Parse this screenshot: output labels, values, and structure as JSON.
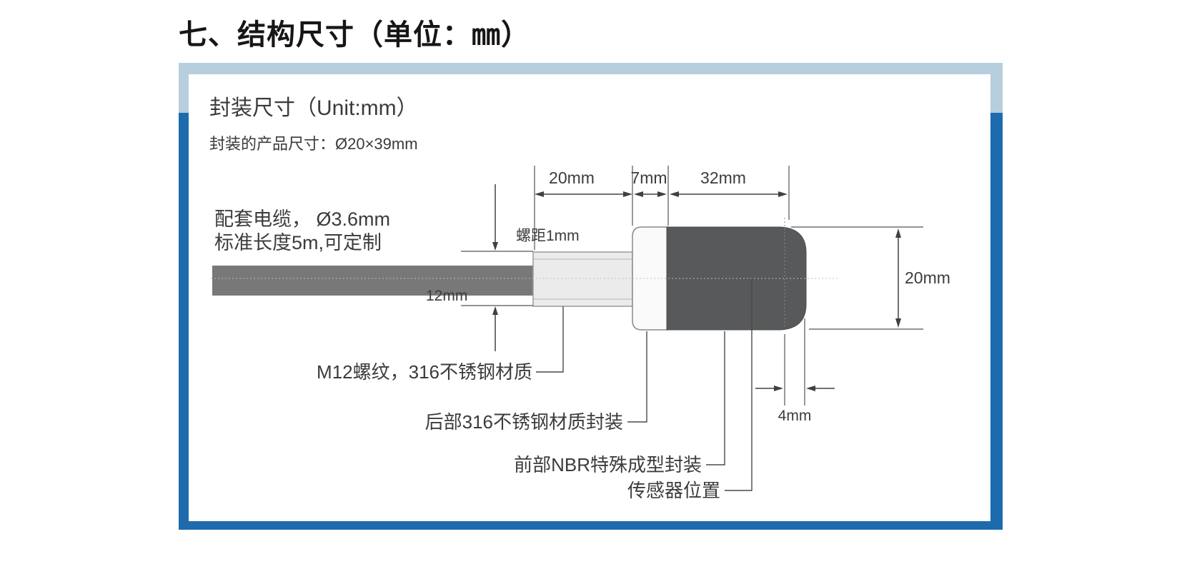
{
  "page": {
    "title": "七、结构尺寸（单位：㎜）"
  },
  "panel": {
    "heading": "封装尺寸（Unit:mm）",
    "subheading": "封装的产品尺寸：Ø20×39mm",
    "colors": {
      "frame_accent_light": "#b7cede",
      "frame_accent_dark": "#1d6bad"
    }
  },
  "diagram": {
    "cable_note_line1": "配套电缆， Ø3.6mm",
    "cable_note_line2": "标准长度5m,可定制",
    "dimensions": {
      "thread_length": "20mm",
      "rear_cap_length": "7mm",
      "body_length": "32mm",
      "thread_pitch": "螺距1mm",
      "thread_diameter": "12mm",
      "body_diameter": "20mm",
      "sensor_offset": "4mm"
    },
    "labels": {
      "thread": "M12螺纹，316不锈钢材质",
      "rear_cap": "后部316不锈钢材质封装",
      "front_body": "前部NBR特殊成型封装",
      "sensor": "传感器位置"
    },
    "part_colors": {
      "cable": "#787878",
      "thread_section": "#ebebeb",
      "rear_cap": "#fafafa",
      "front_body": "#58595b"
    }
  }
}
